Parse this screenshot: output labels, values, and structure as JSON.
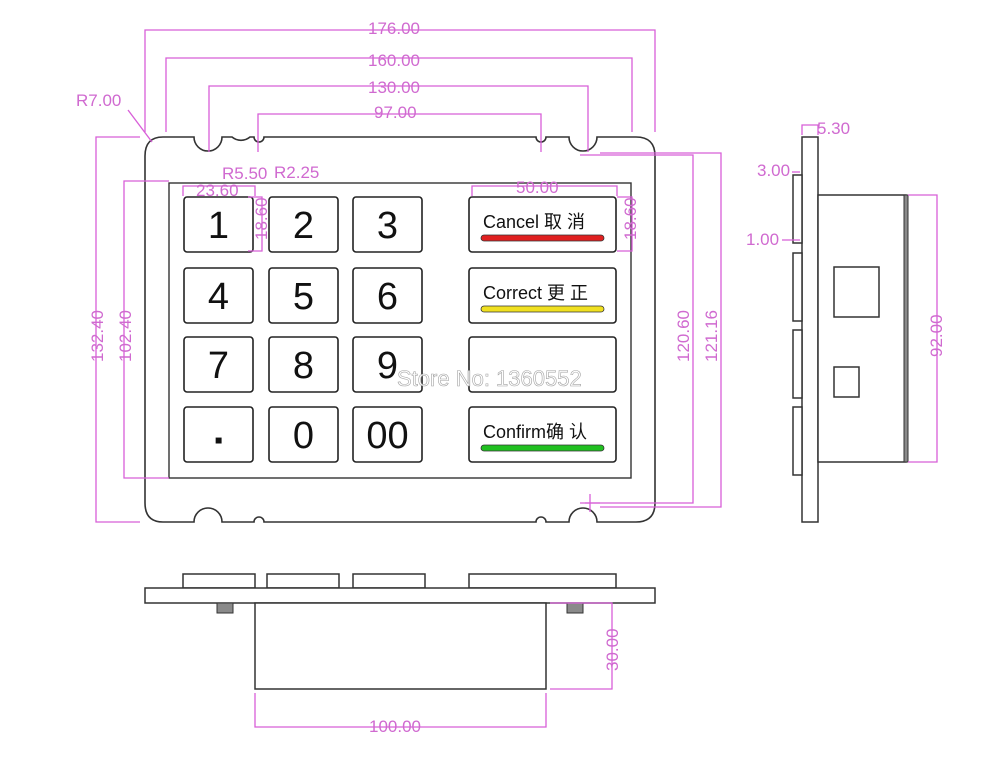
{
  "dimensions": {
    "w176": "176.00",
    "w160": "160.00",
    "w130": "130.00",
    "w97": "97.00",
    "r7": "R7.00",
    "r55": "R5.50",
    "r225": "R2.25",
    "key_w": "23.60",
    "key_h": "18.60",
    "fkey_w": "50.00",
    "fkey_h": "18.60",
    "h132": "132.40",
    "h102": "102.40",
    "h120": "120.60",
    "h121": "121.16",
    "side_53": "5.30",
    "side_3": "3.00",
    "side_1": "1.00",
    "side_92": "92.00",
    "bottom_30": "30.00",
    "bottom_100": "100.00"
  },
  "keys": [
    "1",
    "2",
    "3",
    "4",
    "5",
    "6",
    "7",
    "8",
    "9",
    "▪",
    "0",
    "00"
  ],
  "function_keys": [
    {
      "label": "Cancel 取 消",
      "stripe": "#e02020"
    },
    {
      "label": "Correct 更 正",
      "stripe": "#f0e020"
    },
    {
      "label": "",
      "stripe": ""
    },
    {
      "label": "Confirm确 认",
      "stripe": "#20c020"
    }
  ],
  "watermark": "Store No: 1360552"
}
